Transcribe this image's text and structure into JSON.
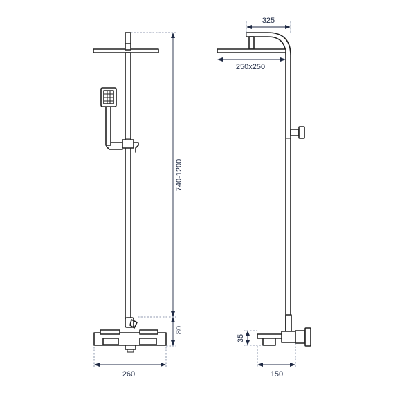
{
  "dimensions": {
    "top_width": "325",
    "head_size": "250x250",
    "height_range": "740-1200",
    "mixer_height": "80",
    "base_width": "260",
    "spout_height": "35",
    "spout_depth": "150"
  }
}
